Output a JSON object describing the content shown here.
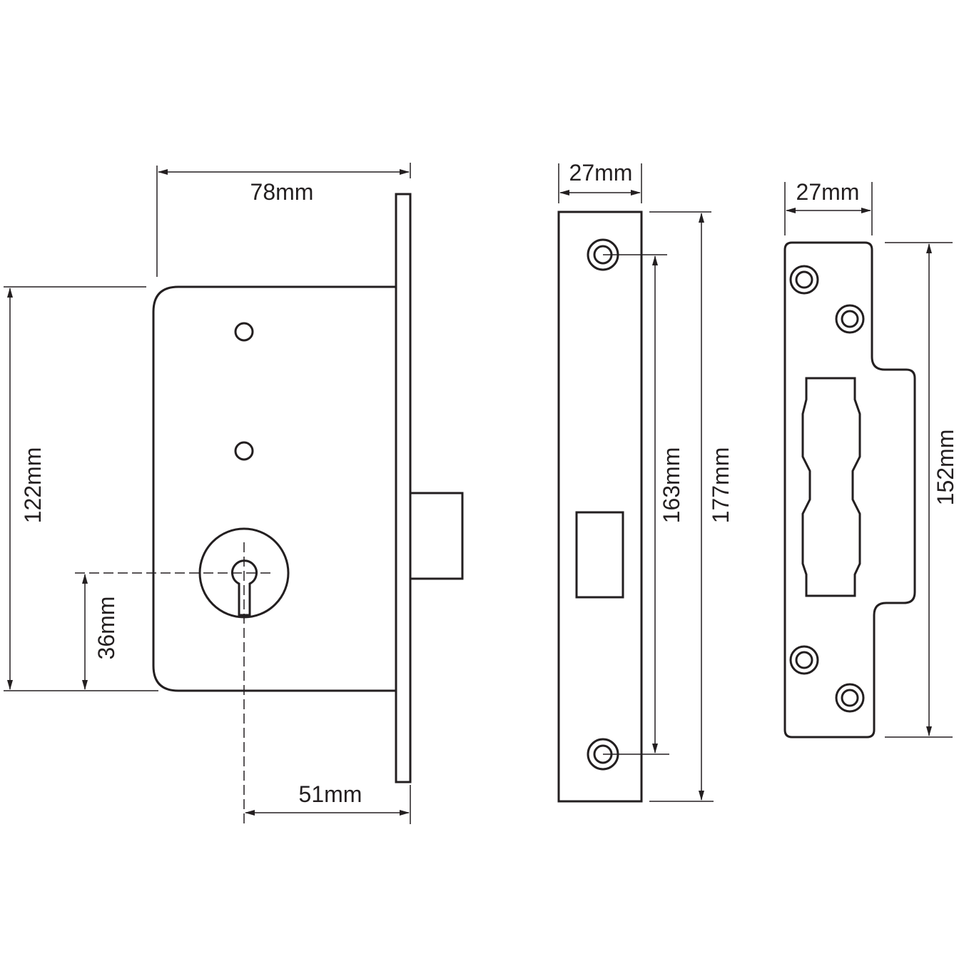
{
  "lock_case": {
    "width_label": "78mm",
    "height_label": "122mm",
    "keyhole_offset_label": "36mm",
    "backset_label": "51mm"
  },
  "forend": {
    "width_label": "27mm",
    "screw_centres_label": "163mm",
    "height_label": "177mm"
  },
  "strike_plate": {
    "width_label": "27mm",
    "height_label": "152mm"
  },
  "colors": {
    "line": "#231f20",
    "background": "#ffffff"
  }
}
